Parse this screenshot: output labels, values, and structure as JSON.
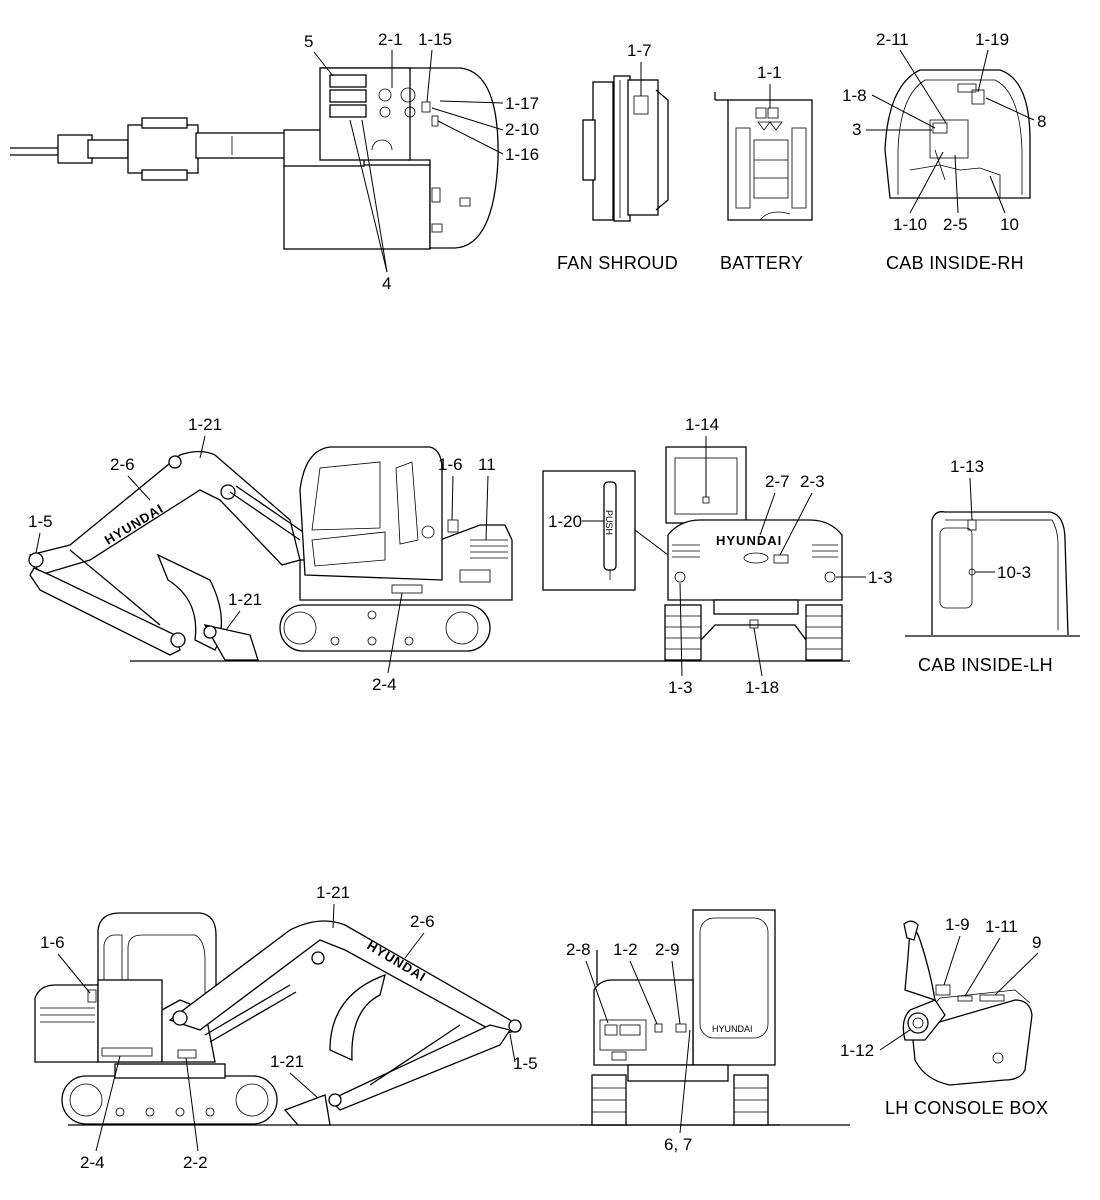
{
  "captions": {
    "fan_shroud": "FAN SHROUD",
    "battery": "BATTERY",
    "cab_inside_rh": "CAB INSIDE-RH",
    "cab_inside_lh": "CAB INSIDE-LH",
    "lh_console_box": "LH CONSOLE BOX"
  },
  "brand": {
    "name": "HYUNDAI",
    "push": "PUSH"
  },
  "top_view_labels": [
    "5",
    "2-1",
    "1-15",
    "1-17",
    "2-10",
    "1-16",
    "4"
  ],
  "fan_shroud_labels": [
    "1-7"
  ],
  "battery_labels": [
    "1-1"
  ],
  "cab_rh_labels": [
    "2-11",
    "1-19",
    "1-8",
    "8",
    "3",
    "1-10",
    "2-5",
    "10"
  ],
  "left_side_labels": [
    "1-21",
    "2-6",
    "1-6",
    "11",
    "1-5",
    "1-21",
    "2-4"
  ],
  "inset_labels": [
    "1-20"
  ],
  "rear_labels": [
    "1-14",
    "2-7",
    "2-3",
    "1-3",
    "1-3",
    "1-18"
  ],
  "cab_lh_labels": [
    "1-13",
    "10-3"
  ],
  "right_side_labels": [
    "1-21",
    "2-6",
    "1-6",
    "1-21",
    "1-5",
    "2-4",
    "2-2"
  ],
  "front_labels": [
    "2-8",
    "1-2",
    "2-9",
    "6, 7"
  ],
  "console_labels": [
    "1-9",
    "1-11",
    "9",
    "1-12"
  ]
}
